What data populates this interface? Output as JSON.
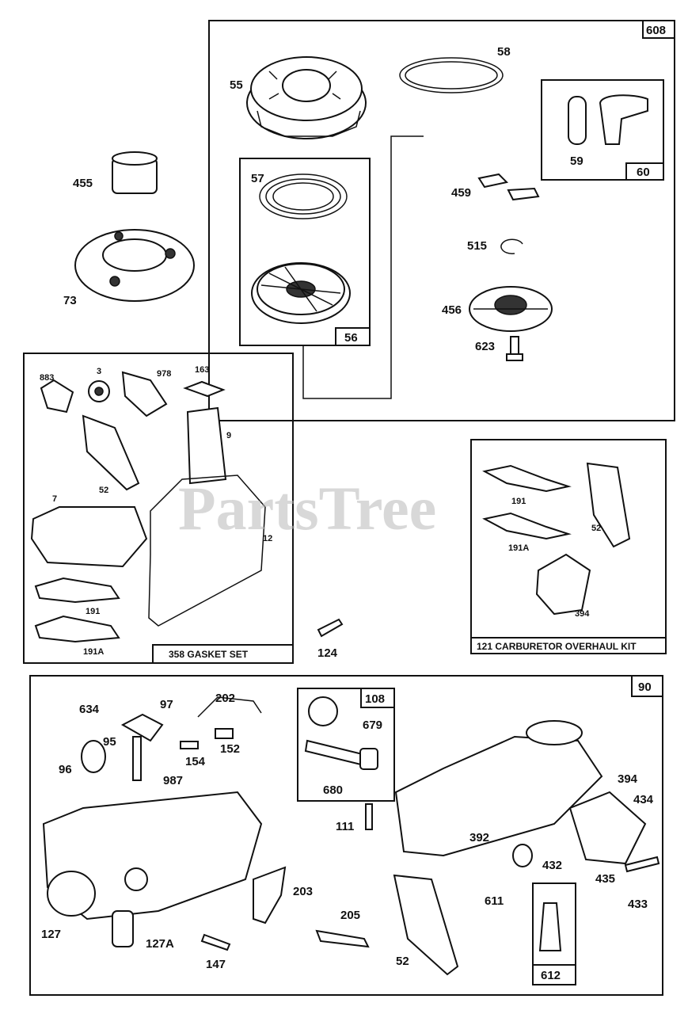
{
  "watermark": "PartsTree",
  "sections": {
    "starter": {
      "box_label": "608"
    },
    "grip": {
      "box_label": "60"
    },
    "pulley": {
      "box_label": "56"
    },
    "gasket": {
      "kit_label": "358 GASKET SET"
    },
    "carb_kit": {
      "kit_label": "121 CARBURETOR OVERHAUL KIT"
    },
    "carburetor": {
      "box_label": "90"
    },
    "needle": {
      "box_label": "108"
    },
    "tube": {
      "box_label": "612"
    }
  },
  "callouts": {
    "c55": "55",
    "c58": "58",
    "c59": "59",
    "c57": "57",
    "c459": "459",
    "c515": "515",
    "c456": "456",
    "c623": "623",
    "c455": "455",
    "c73": "73",
    "c883": "883",
    "c3": "3",
    "c978": "978",
    "c163": "163",
    "c9": "9",
    "c52a": "52",
    "c7": "7",
    "c12": "12",
    "c191a": "191",
    "c191Aa": "191A",
    "c124": "124",
    "c191b": "191",
    "c52b": "52",
    "c191Ab": "191A",
    "c394a": "394",
    "c202": "202",
    "c634": "634",
    "c97": "97",
    "c95": "95",
    "c154": "154",
    "c152": "152",
    "c96": "96",
    "c987": "987",
    "c679": "679",
    "c680": "680",
    "c111": "111",
    "c394b": "394",
    "c434": "434",
    "c392": "392",
    "c432": "432",
    "c435": "435",
    "c433": "433",
    "c611": "611",
    "c127": "127",
    "c127A": "127A",
    "c203": "203",
    "c205": "205",
    "c147": "147",
    "c52c": "52"
  },
  "icons": [
    "starter-housing",
    "rewind-spring",
    "starter-pulley",
    "gasket",
    "carburetor"
  ]
}
